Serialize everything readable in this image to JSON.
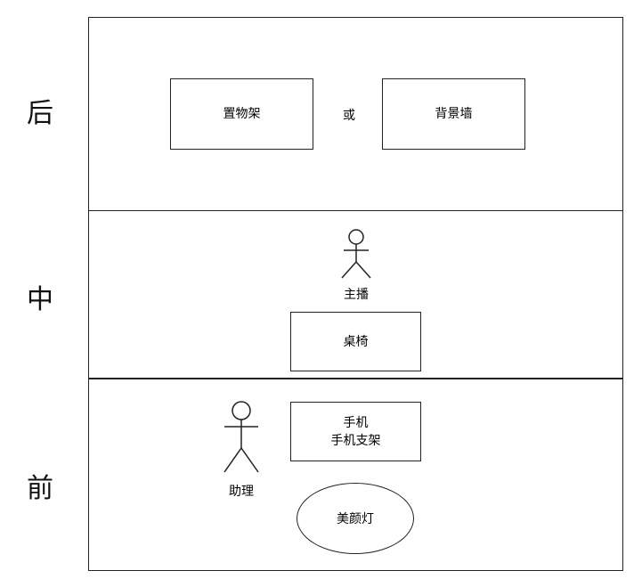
{
  "rows": {
    "back": "后",
    "middle": "中",
    "front": "前"
  },
  "back_zone": {
    "shelf_label": "置物架",
    "or_label": "或",
    "wall_label": "背景墙"
  },
  "middle_zone": {
    "host_label": "主播",
    "desk_label": "桌椅"
  },
  "front_zone": {
    "assistant_label": "助理",
    "phone_line1": "手机",
    "phone_line2": "手机支架",
    "light_label": "美颜灯"
  }
}
